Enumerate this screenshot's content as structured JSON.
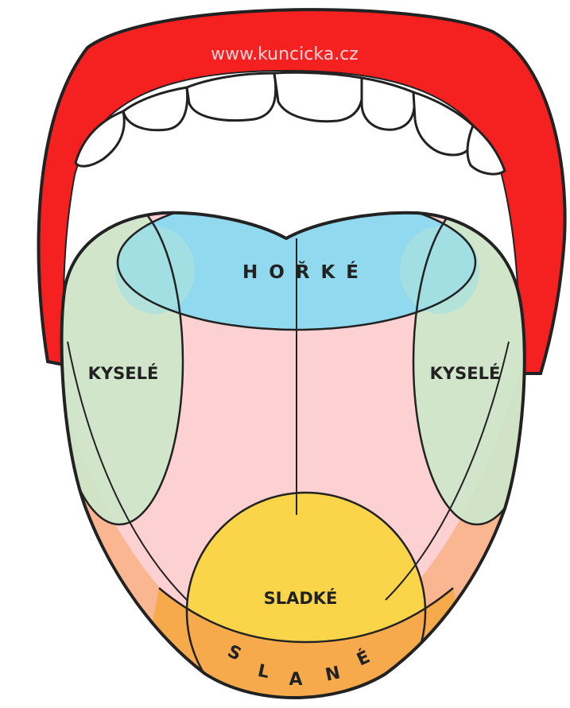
{
  "watermark": "www.kuncicka.cz",
  "zones": {
    "bitter": {
      "label": "HOŘKÉ",
      "color": "#8dd9ee"
    },
    "sour_left": {
      "label": "KYSELÉ",
      "color": "#cfe6c9"
    },
    "sour_right": {
      "label": "KYSELÉ",
      "color": "#cfe6c9"
    },
    "sweet": {
      "label": "SLADKÉ",
      "color": "#fad54a"
    },
    "salty": {
      "letters": [
        "S",
        "L",
        "A",
        "N",
        "É"
      ],
      "color": "#f6aa4c"
    }
  },
  "colors": {
    "lips": "#f52020",
    "tongue": "#fdd0d2",
    "tongue_edge": "#f9b48c",
    "outline": "#222222"
  }
}
